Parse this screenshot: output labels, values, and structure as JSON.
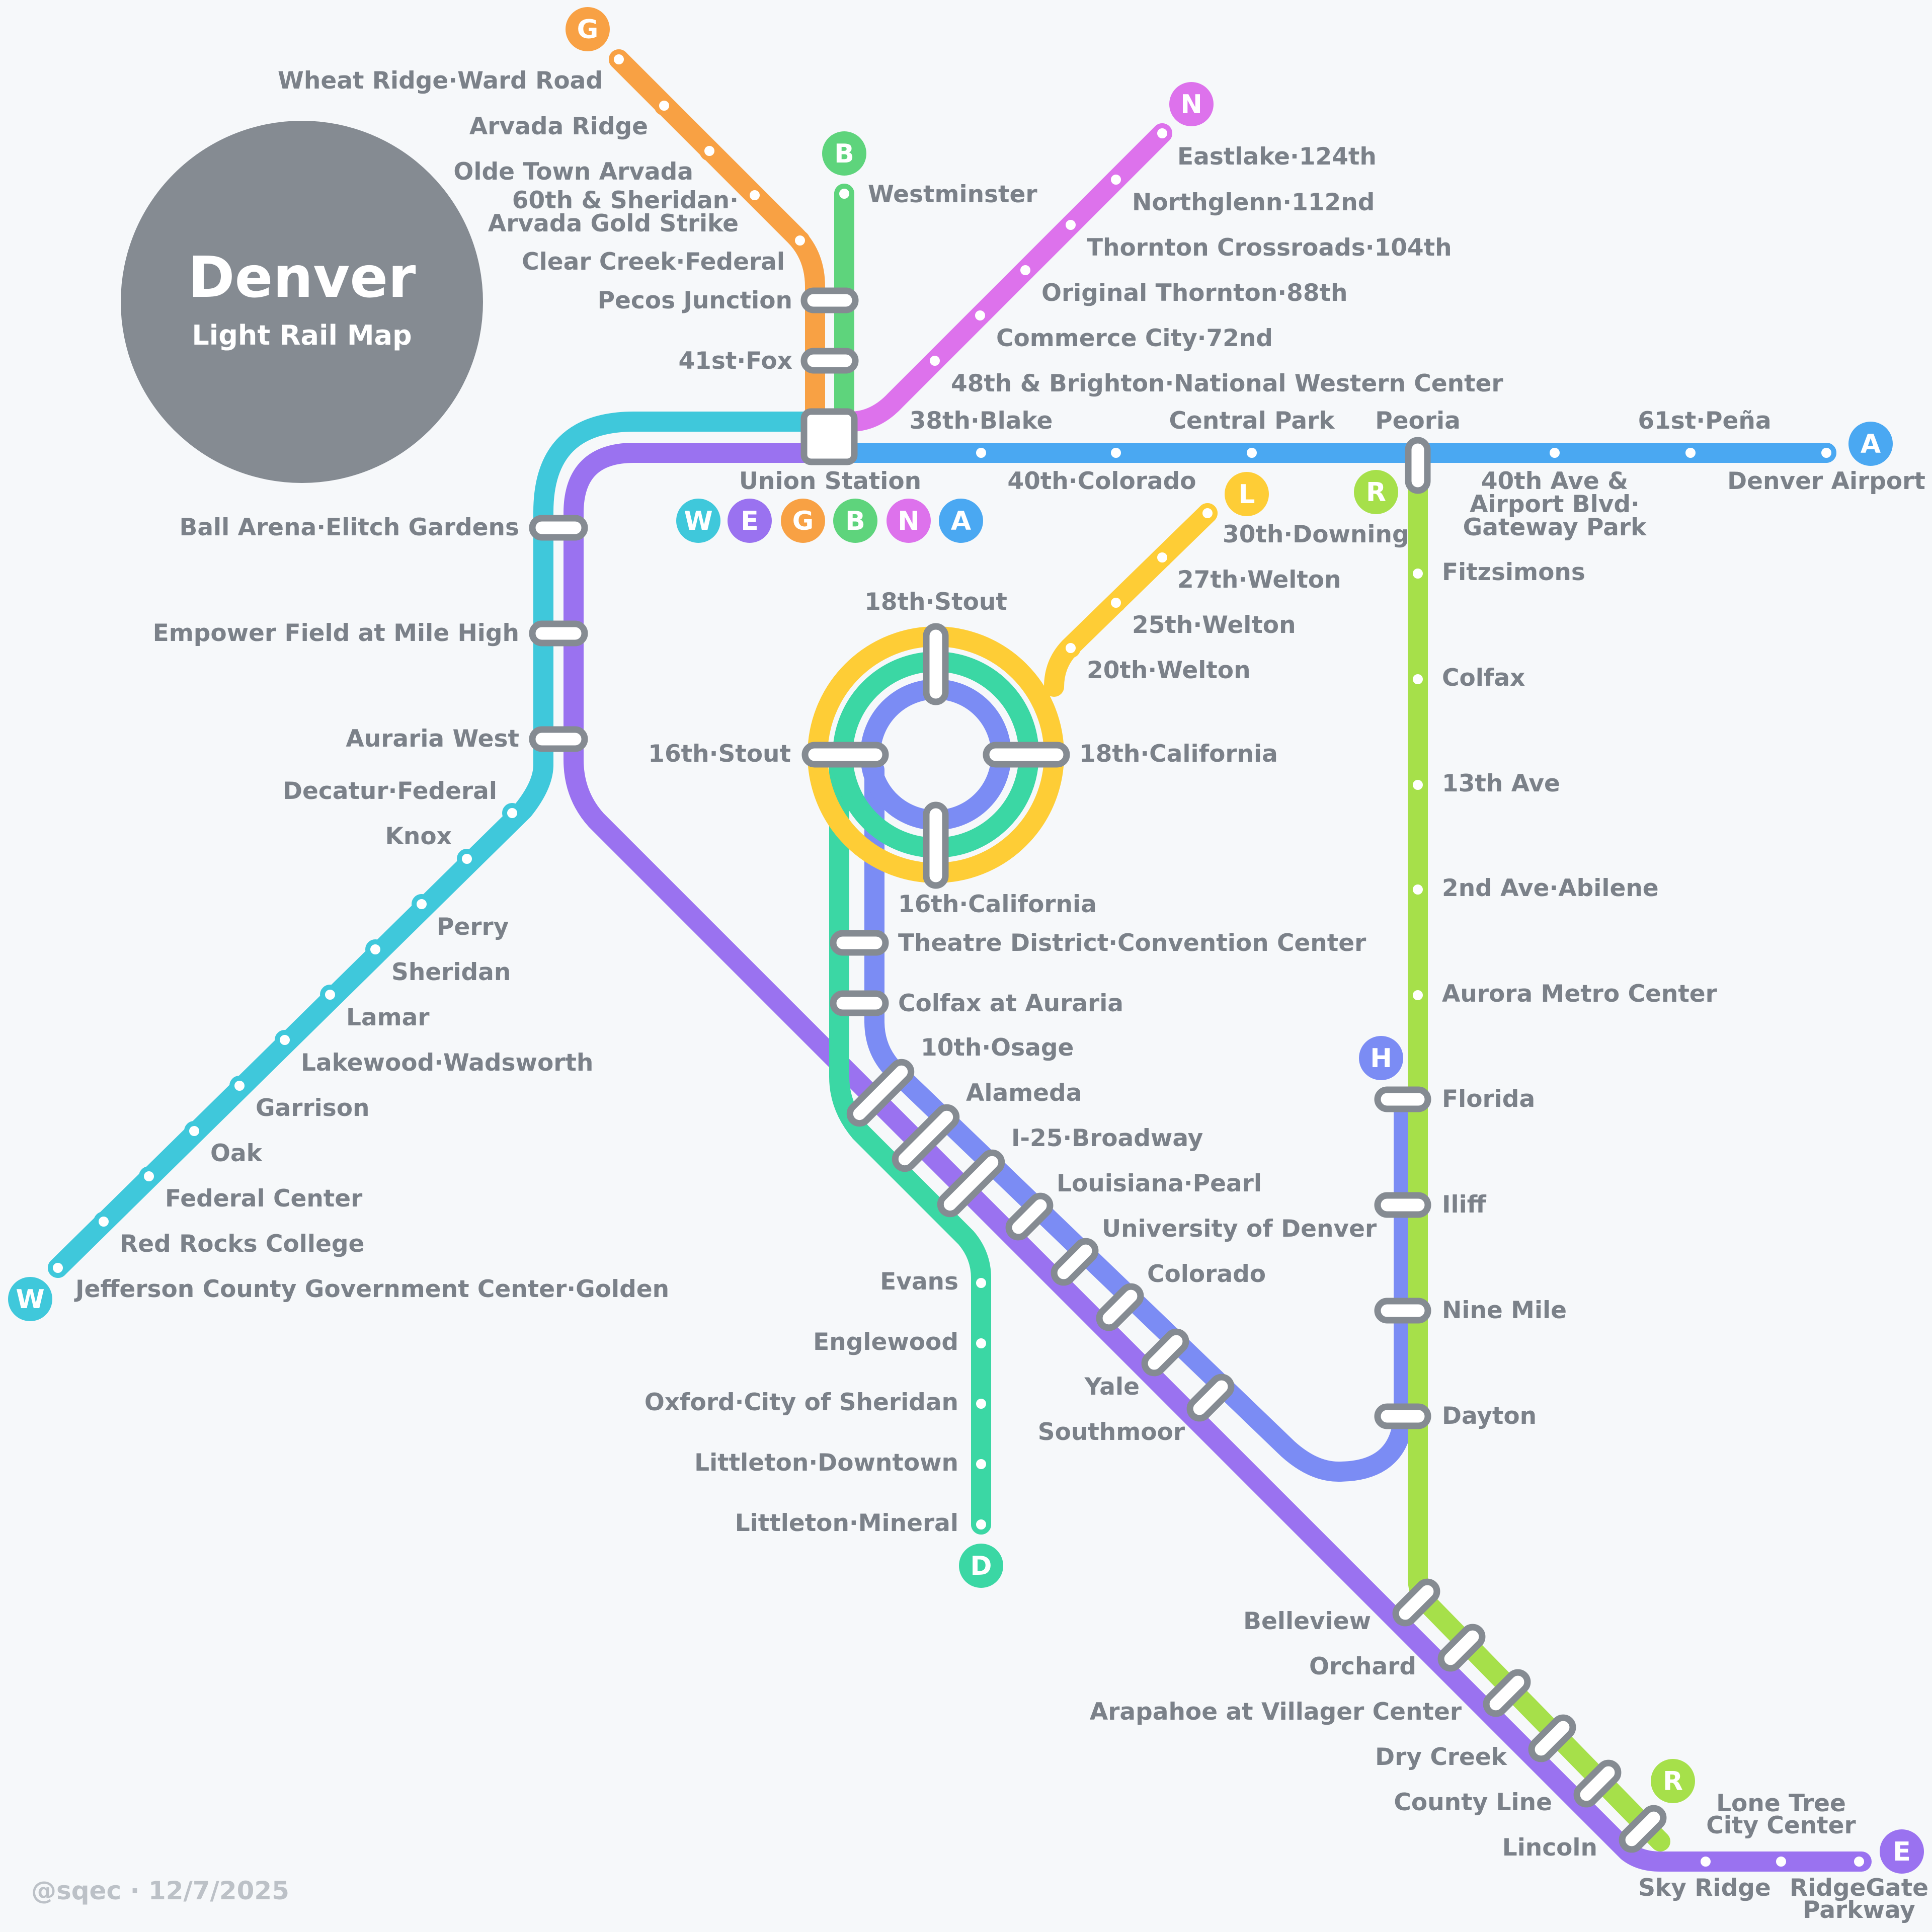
{
  "title": {
    "main": "Denver",
    "sub": "Light Rail Map"
  },
  "credit": "@sqec · 12/7/2025",
  "colors": {
    "W": "#3fc8db",
    "E": "#9a72f0",
    "G": "#f8a144",
    "B": "#5ed47c",
    "N": "#dd72ec",
    "A": "#4aa8f2",
    "L": "#fecd36",
    "D": "#3bd7a4",
    "H": "#7b8cf4",
    "R": "#a6e04a",
    "title_circle": "#858b92",
    "interchange": "#858b92",
    "label": "#7b8189"
  },
  "lines": [
    {
      "id": "W",
      "name": "W"
    },
    {
      "id": "E",
      "name": "E"
    },
    {
      "id": "G",
      "name": "G"
    },
    {
      "id": "B",
      "name": "B"
    },
    {
      "id": "N",
      "name": "N"
    },
    {
      "id": "A",
      "name": "A"
    },
    {
      "id": "L",
      "name": "L"
    },
    {
      "id": "D",
      "name": "D"
    },
    {
      "id": "H",
      "name": "H"
    },
    {
      "id": "R",
      "name": "R"
    }
  ],
  "union_station_badges": [
    "W",
    "E",
    "G",
    "B",
    "N",
    "A"
  ],
  "stations": {
    "union_station": "Union Station",
    "g_line": [
      "Wheat Ridge·Ward Road",
      "Arvada Ridge",
      "Olde Town Arvada",
      "60th & Sheridan·",
      "Arvada Gold Strike",
      "Clear Creek·Federal"
    ],
    "shared_gb": [
      "Pecos Junction",
      "41st·Fox"
    ],
    "b_line": [
      "Westminster"
    ],
    "n_line": [
      "Eastlake·124th",
      "Northglenn·112nd",
      "Thornton Crossroads·104th",
      "Original Thornton·88th",
      "Commerce City·72nd",
      "48th & Brighton·National Western Center"
    ],
    "a_line": [
      "38th·Blake",
      "40th·Colorado",
      "Central Park",
      "Peoria",
      "40th Ave &",
      "Airport Blvd·",
      "Gateway Park",
      "61st·Peña",
      "Denver Airport"
    ],
    "w_e_shared": [
      "Ball Arena·Elitch Gardens",
      "Empower Field at Mile High",
      "Auraria West"
    ],
    "w_line": [
      "Decatur·Federal",
      "Knox",
      "Perry",
      "Sheridan",
      "Lamar",
      "Lakewood·Wadsworth",
      "Garrison",
      "Oak",
      "Federal Center",
      "Red Rocks College",
      "Jefferson County Government Center·Golden"
    ],
    "l_line": [
      "30th·Downing",
      "27th·Welton",
      "25th·Welton",
      "20th·Welton"
    ],
    "loop": [
      "18th·Stout",
      "16th·Stout",
      "18th·California",
      "16th·California"
    ],
    "central": [
      "Theatre District·Convention Center",
      "Colfax at Auraria",
      "10th·Osage",
      "Alameda",
      "I-25·Broadway",
      "Louisiana·Pearl",
      "University of Denver",
      "Colorado",
      "Yale",
      "Southmoor"
    ],
    "d_line": [
      "Evans",
      "Englewood",
      "Oxford·City of Sheridan",
      "Littleton·Downtown",
      "Littleton·Mineral"
    ],
    "r_line": [
      "Fitzsimons",
      "Colfax",
      "13th Ave",
      "2nd Ave·Abilene",
      "Aurora Metro Center"
    ],
    "h_r_shared": [
      "Florida",
      "Iliff",
      "Nine Mile",
      "Dayton"
    ],
    "southeast": [
      "Belleview",
      "Orchard",
      "Arapahoe at Villager Center",
      "Dry Creek",
      "County Line",
      "Lincoln"
    ],
    "e_line": [
      "Sky Ridge",
      "Lone Tree",
      "City Center",
      "RidgeGate",
      "Parkway"
    ]
  }
}
